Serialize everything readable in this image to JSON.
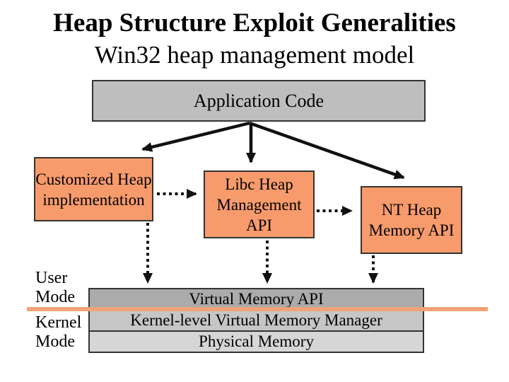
{
  "slide": {
    "title": "Heap Structure Exploit Generalities",
    "subtitle": "Win32 heap management model"
  },
  "diagram": {
    "boxes": {
      "application_code": {
        "label": "Application Code",
        "fill": "#BEBEBE"
      },
      "customized_heap": {
        "label": "Customized Heap implementation",
        "fill": "#F89B6C"
      },
      "libc_heap": {
        "label": "Libc Heap Management API",
        "fill": "#F89B6C"
      },
      "nt_heap": {
        "label": "NT Heap Memory API",
        "fill": "#F89B6C"
      }
    },
    "memory_stack": {
      "layers": [
        {
          "label": "Virtual Memory API",
          "fill": "#ABABAB"
        },
        {
          "label": "Kernel-level Virtual Memory Manager",
          "fill": "#C6C6C6"
        },
        {
          "label": "Physical Memory",
          "fill": "#D6D6D6"
        }
      ]
    },
    "mode_labels": {
      "user": "User Mode",
      "kernel": "Kernel Mode"
    },
    "divider_color": "#F0A377",
    "arrow_color": "#111111",
    "arrows": [
      {
        "from": "application_code",
        "to": "customized_heap",
        "style": "solid"
      },
      {
        "from": "application_code",
        "to": "libc_heap",
        "style": "solid"
      },
      {
        "from": "application_code",
        "to": "nt_heap",
        "style": "solid"
      },
      {
        "from": "customized_heap",
        "to": "libc_heap",
        "style": "dotted"
      },
      {
        "from": "libc_heap",
        "to": "nt_heap",
        "style": "dotted"
      },
      {
        "from": "customized_heap",
        "to": "virtual_memory_api",
        "style": "dotted"
      },
      {
        "from": "libc_heap",
        "to": "virtual_memory_api",
        "style": "dotted"
      },
      {
        "from": "nt_heap",
        "to": "virtual_memory_api",
        "style": "dotted"
      }
    ]
  }
}
